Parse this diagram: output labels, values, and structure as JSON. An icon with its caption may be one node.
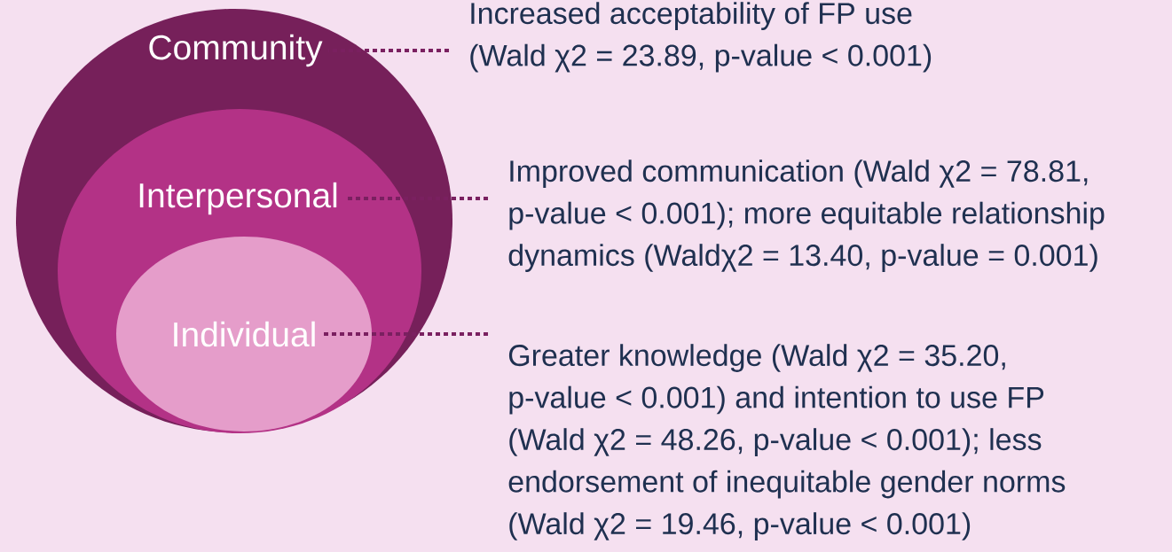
{
  "diagram": {
    "nodes": [
      {
        "text": [
          "Community"
        ]
      },
      {
        "text": [
          "Interpersonal"
        ],
        "in": 0
      },
      {
        "text": [
          "Individual"
        ],
        "in": 1
      },
      {
        "text": [
          "Increased acceptability of FP use (Wald χ2 = 23.89, p-value < 0.001)"
        ]
      },
      {
        "text": [
          "Improved communication (Wald χ2 = 78.81, p-value < 0.001); more equitable relationship dynamics (Waldχ2 = 13.40, p-value = 0.001)"
        ]
      },
      {
        "text": [
          "Greater knowledge (Wald χ2 = 35.20, p-value < 0.001) and intention to use FP (Wald χ2 = 48.26, p-value < 0.001); less endorsement of inequitable gender norms (Wald χ2 = 19.46, p-value < 0.001)"
        ]
      }
    ],
    "edges": [
      {
        "from": 3,
        "to": 0,
        "arrow": "none",
        "style": "dashed"
      },
      {
        "from": 4,
        "to": 1,
        "arrow": "none",
        "style": "dashed"
      },
      {
        "from": 5,
        "to": 2,
        "arrow": "none",
        "style": "dashed"
      }
    ]
  }
}
